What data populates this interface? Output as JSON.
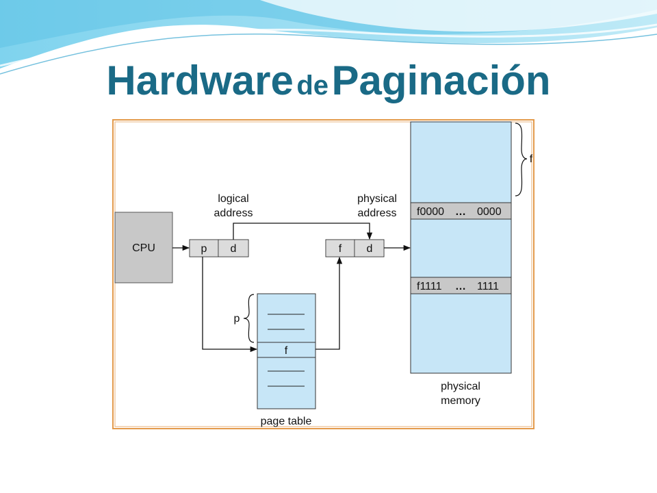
{
  "title": {
    "part1": "Hardware",
    "part2": "de",
    "part3": "Paginación"
  },
  "diagram": {
    "cpu": "CPU",
    "logical_address_line1": "logical",
    "logical_address_line2": "address",
    "physical_address_line1": "physical",
    "physical_address_line2": "address",
    "logical_p": "p",
    "logical_d": "d",
    "physical_f": "f",
    "physical_d": "d",
    "brace_p": "p",
    "page_table_entry": "f",
    "page_table_label": "page table",
    "brace_f": "f",
    "mem_row1_prefix": "f0000",
    "mem_row1_dots": "…",
    "mem_row1_suffix": "0000",
    "mem_row2_prefix": "f1111",
    "mem_row2_dots": "…",
    "mem_row2_suffix": "1111",
    "physical_memory_line1": "physical",
    "physical_memory_line2": "memory"
  },
  "colors": {
    "title": "#1a6a86",
    "frame_border": "#e39a4b",
    "box_fill": "#c7e6f7",
    "gray_fill": "#c8c8c8"
  }
}
